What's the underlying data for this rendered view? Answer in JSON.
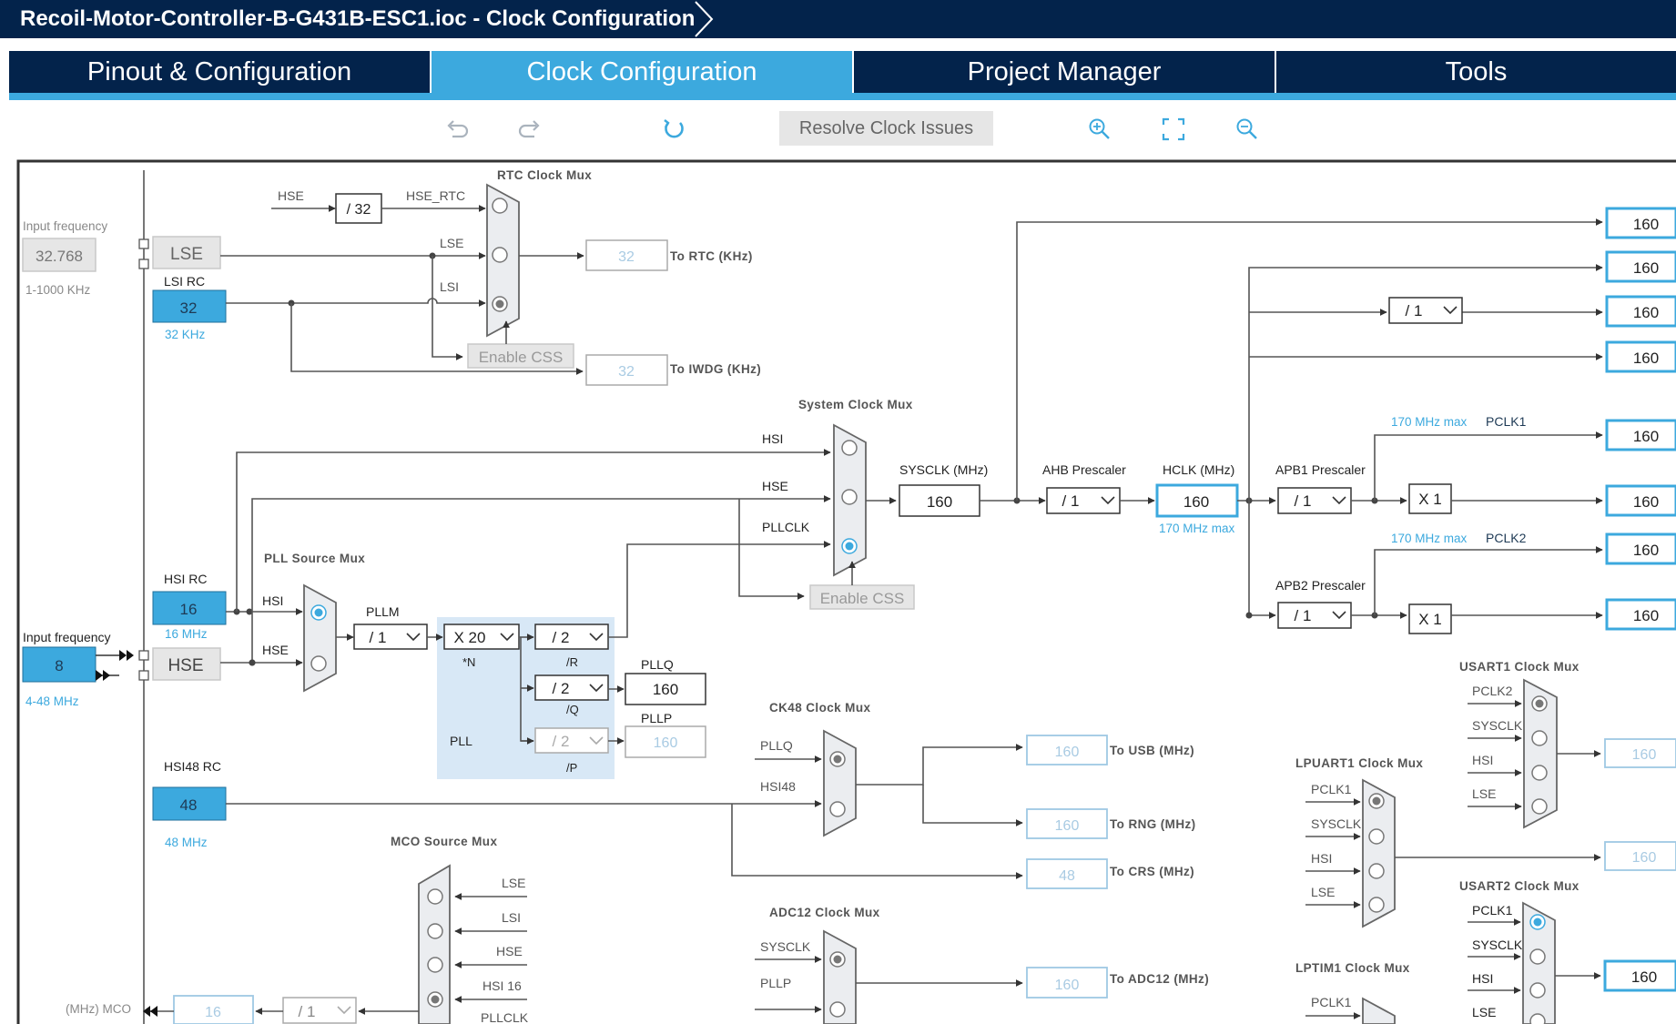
{
  "window": {
    "title": "Recoil-Motor-Controller-B-G431B-ESC1.ioc - Clock Configuration"
  },
  "tabs": [
    {
      "label": "Pinout & Configuration"
    },
    {
      "label": "Clock Configuration"
    },
    {
      "label": "Project Manager"
    },
    {
      "label": "Tools"
    }
  ],
  "toolbar": {
    "resolve_label": "Resolve Clock Issues"
  },
  "lse": {
    "input_label": "Input frequency",
    "input_value": "32.768",
    "range": "1-1000 KHz",
    "block_label": "LSE"
  },
  "lsi": {
    "title": "LSI RC",
    "value": "32",
    "freq": "32 KHz"
  },
  "rtc_mux": {
    "title": "RTC Clock Mux",
    "hse_label": "HSE",
    "div_label": "/ 32",
    "hse_rtc_label": "HSE_RTC",
    "lse_label": "LSE",
    "lsi_label": "LSI",
    "enable_css": "Enable CSS",
    "rtc_value": "32",
    "rtc_label": "To RTC (KHz)",
    "iwdg_value": "32",
    "iwdg_label": "To IWDG (KHz)"
  },
  "hsi": {
    "title": "HSI RC",
    "value": "16",
    "freq": "16 MHz"
  },
  "hse": {
    "input_label": "Input frequency",
    "value": "8",
    "range": "4-48 MHz",
    "block_label": "HSE"
  },
  "pll_source": {
    "title": "PLL Source Mux",
    "hsi_label": "HSI",
    "hse_label": "HSE"
  },
  "pll": {
    "pllm_label": "PLLM",
    "pllm_value": "/ 1",
    "n_value": "X 20",
    "n_label": "*N",
    "r_value": "/ 2",
    "r_label": "/R",
    "q_value": "/ 2",
    "q_label": "/Q",
    "p_value": "/ 2",
    "p_label": "/P",
    "pll_label": "PLL",
    "pllq_label": "PLLQ",
    "pllq_value": "160",
    "pllp_label": "PLLP",
    "pllp_value": "160"
  },
  "sys_mux": {
    "title": "System Clock Mux",
    "hsi_label": "HSI",
    "hse_label": "HSE",
    "pllclk_label": "PLLCLK",
    "enable_css": "Enable CSS",
    "sysclk_label": "SYSCLK (MHz)",
    "sysclk_value": "160"
  },
  "ahb": {
    "label": "AHB Prescaler",
    "value": "/ 1",
    "hclk_label": "HCLK (MHz)",
    "hclk_value": "160",
    "hclk_max": "170 MHz max"
  },
  "apb1": {
    "label": "APB1 Prescaler",
    "value": "/ 1",
    "mult": "X 1",
    "max": "170 MHz max",
    "pclk": "PCLK1"
  },
  "apb2": {
    "label": "APB2 Prescaler",
    "value": "/ 1",
    "mult": "X 1",
    "max": "170 MHz max",
    "pclk": "PCLK2"
  },
  "outputs": {
    "o1": "160",
    "o2": "160",
    "div3": "/ 1",
    "o3": "160",
    "o4": "160",
    "pclk1": "160",
    "apb1_timer": "160",
    "pclk2": "160",
    "apb2_timer": "160"
  },
  "hsi48": {
    "title": "HSI48 RC",
    "value": "48",
    "freq": "48 MHz"
  },
  "ck48": {
    "title": "CK48 Clock Mux",
    "pllq_label": "PLLQ",
    "hsi48_label": "HSI48",
    "usb_value": "160",
    "usb_label": "To USB (MHz)",
    "rng_value": "160",
    "rng_label": "To RNG (MHz)",
    "crs_value": "48",
    "crs_label": "To CRS (MHz)"
  },
  "mco": {
    "title": "MCO Source Mux",
    "inputs": [
      "LSE",
      "LSI",
      "HSE",
      "HSI 16",
      "PLLCLK"
    ],
    "label": "(MHz) MCO",
    "value": "16",
    "div": "/ 1"
  },
  "adc12": {
    "title": "ADC12 Clock Mux",
    "sysclk_label": "SYSCLK",
    "pllp_label": "PLLP",
    "value": "160",
    "label": "To ADC12 (MHz)"
  },
  "usart1": {
    "title": "USART1 Clock Mux",
    "inputs": [
      "PCLK2",
      "SYSCLK",
      "HSI",
      "LSE"
    ],
    "value": "160"
  },
  "lpuart1": {
    "title": "LPUART1 Clock Mux",
    "inputs": [
      "PCLK1",
      "SYSCLK",
      "HSI",
      "LSE"
    ],
    "value": "160"
  },
  "usart2": {
    "title": "USART2 Clock Mux",
    "inputs": [
      "PCLK1",
      "SYSCLK",
      "HSI",
      "LSE"
    ],
    "value": "160"
  },
  "lptim1": {
    "title": "LPTIM1 Clock Mux",
    "inputs": [
      "PCLK1"
    ]
  }
}
